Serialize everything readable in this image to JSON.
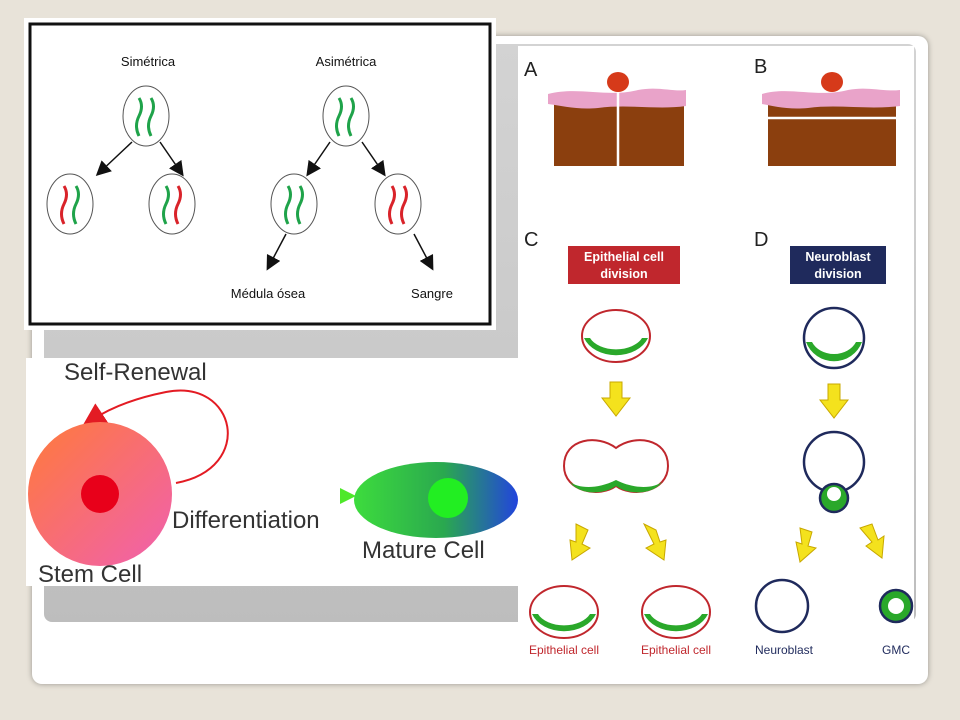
{
  "division_panel": {
    "left_title": "Simétrica",
    "right_title": "Asimétrica",
    "label_bottom_left": "Médula ósea",
    "label_bottom_right": "Sangre"
  },
  "self_renewal_panel": {
    "self_renewal": "Self-Renewal",
    "stem_cell": "Stem Cell",
    "differentiation": "Differentiation",
    "mature_cell": "Mature Cell"
  },
  "abcd_panel": {
    "label_a": "A",
    "label_b": "B",
    "label_c": "C",
    "label_d": "D",
    "epithelial_box_line1": "Epithelial cell",
    "epithelial_box_line2": "division",
    "neuroblast_box_line1": "Neuroblast",
    "neuroblast_box_line2": "division",
    "epithelial_cell_left": "Epithelial cell",
    "epithelial_cell_right": "Epithelial cell",
    "neuroblast": "Neuroblast",
    "gmc": "GMC"
  },
  "colors": {
    "red_outline": "#c0272d",
    "navy_outline": "#1f2a5c",
    "green_fill": "#2aa82a",
    "yellow_arrow": "#f4e21d",
    "tissue_brown": "#8b3f0e",
    "tissue_pink": "#e9a3c9"
  }
}
